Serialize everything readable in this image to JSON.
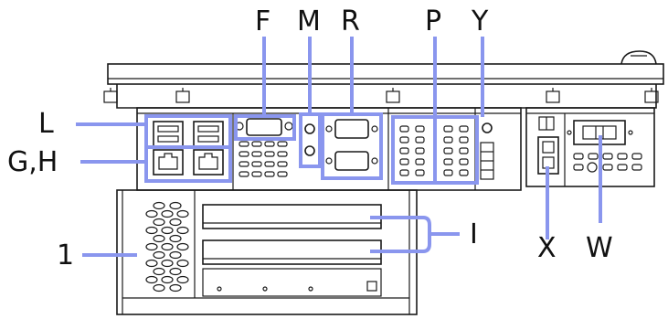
{
  "labels": {
    "F": "F",
    "M": "M",
    "R": "R",
    "P": "P",
    "Y": "Y",
    "L": "L",
    "GH": "G,H",
    "one": "1",
    "I": "I",
    "X": "X",
    "W": "W"
  },
  "colors": {
    "leader": "#8a96ee",
    "outline": "#1a1a1a",
    "background": "#ffffff"
  }
}
